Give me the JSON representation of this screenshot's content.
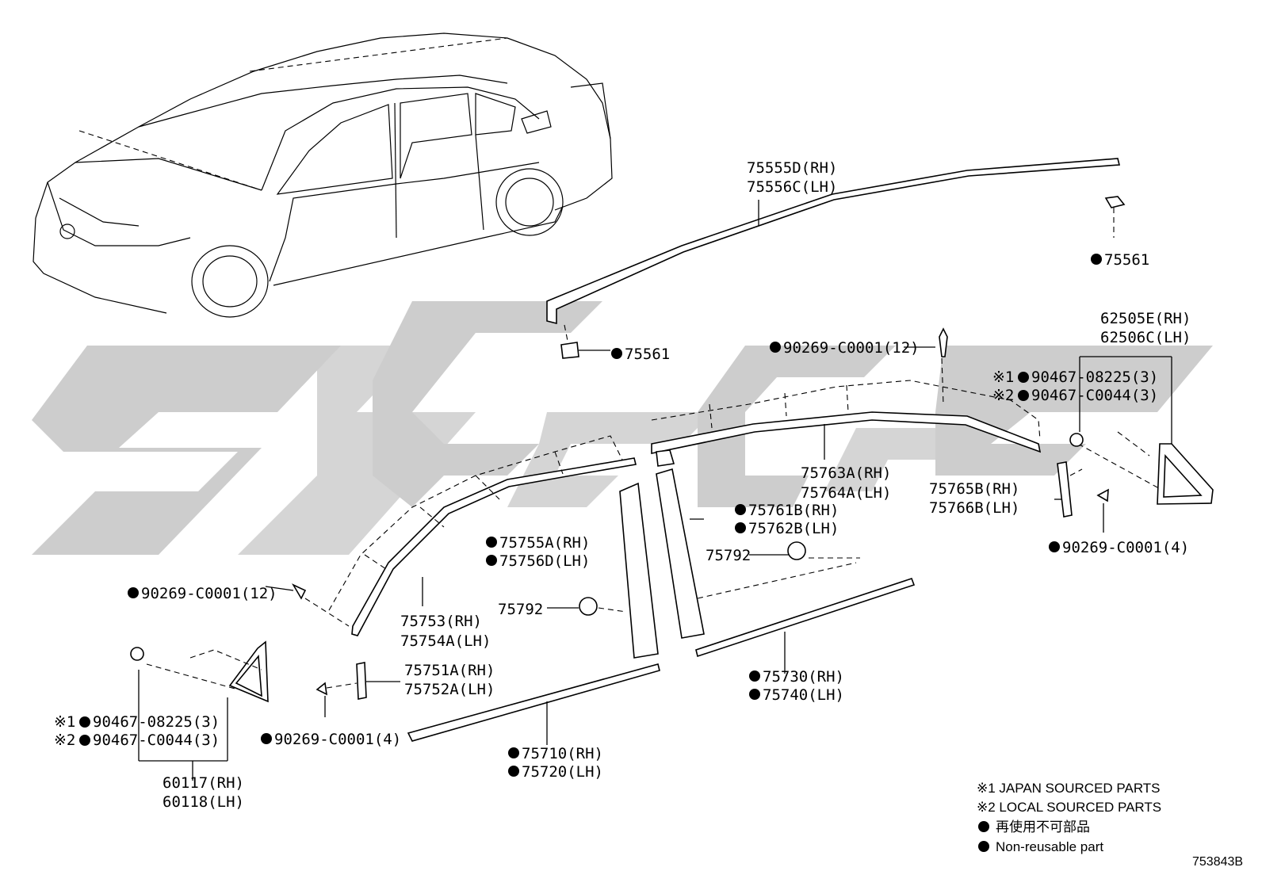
{
  "callouts": {
    "roof_molding": [
      "75555D(RH)",
      "75556C(LH)"
    ],
    "clip_75561_a": "75561",
    "clip_75561_b": "75561",
    "rear_quarter_cover": [
      "62505E(RH)",
      "62506C(LH)"
    ],
    "clip_top_center": "90269-C0001(12)",
    "screw_rear_jp": "90467-08225(3)",
    "screw_rear_local": "90467-C0044(3)",
    "rear_upper_molding": [
      "75763A(RH)",
      "75764A(LH)"
    ],
    "rear_pillar": [
      "75765B(RH)",
      "75766B(LH)"
    ],
    "clip_rear": "90269-C0001(4)",
    "rear_door_pillar": [
      "75761B(RH)",
      "75762B(LH)"
    ],
    "emblem_rear": "75792",
    "front_door_pillar": [
      "75755A(RH)",
      "75756D(LH)"
    ],
    "emblem_front": "75792",
    "clip_left": "90269-C0001(12)",
    "front_upper_molding": [
      "75753(RH)",
      "75754A(LH)"
    ],
    "front_lower_pillar": [
      "75751A(RH)",
      "75752A(LH)"
    ],
    "rear_belt_molding": [
      "75730(RH)",
      "75740(LH)"
    ],
    "screw_front_jp": "90467-08225(3)",
    "screw_front_local": "90467-C0044(3)",
    "clip_front_bottom": "90269-C0001(4)",
    "front_belt_molding": [
      "75710(RH)",
      "75720(LH)"
    ],
    "front_quarter_cover": [
      "60117(RH)",
      "60118(LH)"
    ]
  },
  "marks": {
    "jp": "※1",
    "local": "※2"
  },
  "legend": {
    "line1": "※1 JAPAN SOURCED PARTS",
    "line2": "※2 LOCAL SOURCED PARTS",
    "line3": "再使用不可部品",
    "line4": "Non-reusable part"
  },
  "diagram_code": "753843B",
  "colors": {
    "watermark": "#c8c8c8",
    "ink": "#000000"
  }
}
